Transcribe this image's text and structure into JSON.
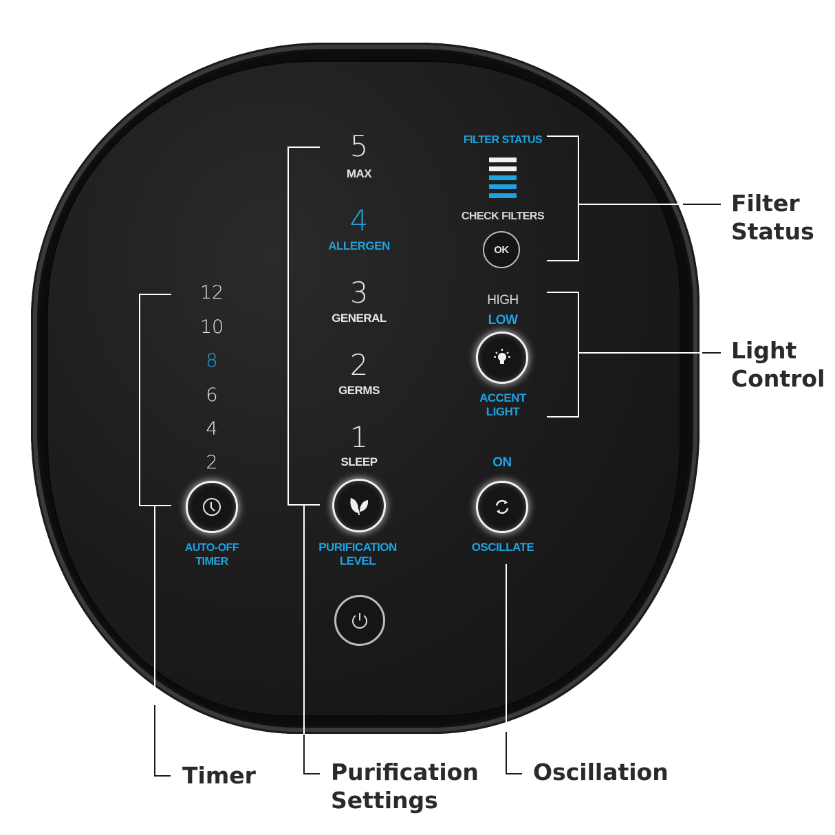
{
  "colors": {
    "accent_blue": "#1ea3e0",
    "device_body": "#1b1b1c",
    "text_white": "#e6e6e6",
    "callout_text": "#2a2a2a"
  },
  "timer": {
    "levels": [
      "12",
      "10",
      "8",
      "6",
      "4",
      "2"
    ],
    "active_level": "8",
    "button_icon": "clock-icon",
    "button_label_line1": "AUTO-OFF",
    "button_label_line2": "TIMER"
  },
  "purification": {
    "levels": [
      {
        "number": "5",
        "name": "MAX",
        "active": false
      },
      {
        "number": "4",
        "name": "ALLERGEN",
        "active": true
      },
      {
        "number": "3",
        "name": "GENERAL",
        "active": false
      },
      {
        "number": "2",
        "name": "GERMS",
        "active": false
      },
      {
        "number": "1",
        "name": "SLEEP",
        "active": false
      }
    ],
    "button_icon": "leaf-icon",
    "button_label_line1": "PURIFICATION",
    "button_label_line2": "LEVEL"
  },
  "power": {
    "button_icon": "power-icon"
  },
  "filter_status": {
    "title": "FILTER STATUS",
    "bars_total": 5,
    "bars_white": 2,
    "bars_blue": 3,
    "check_label": "CHECK FILTERS",
    "ok_label": "OK"
  },
  "light_control": {
    "levels": [
      "HIGH",
      "LOW"
    ],
    "active_level": "LOW",
    "button_icon": "lightbulb-icon",
    "button_label_line1": "ACCENT",
    "button_label_line2": "LIGHT"
  },
  "oscillation": {
    "state": "ON",
    "button_icon": "oscillate-icon",
    "button_label": "OSCILLATE"
  },
  "callouts": {
    "filter_status_line1": "Filter",
    "filter_status_line2": "Status",
    "light_control_line1": "Light",
    "light_control_line2": "Control",
    "timer": "Timer",
    "purification_line1": "Purification",
    "purification_line2": "Settings",
    "oscillation": "Oscillation"
  }
}
